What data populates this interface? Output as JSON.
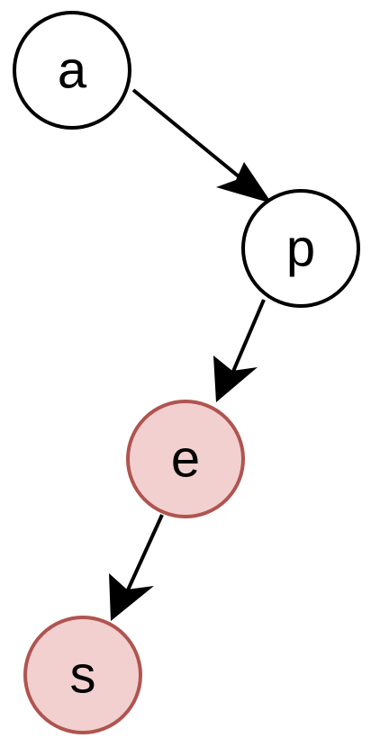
{
  "colors": {
    "default_fill": "#ffffff",
    "default_stroke": "#000000",
    "highlight_fill": "#f2d0cf",
    "highlight_stroke": "#b05450",
    "edge": "#000000"
  },
  "nodes": [
    {
      "id": "a",
      "label": "a",
      "highlighted": false
    },
    {
      "id": "p",
      "label": "p",
      "highlighted": false
    },
    {
      "id": "e",
      "label": "e",
      "highlighted": true
    },
    {
      "id": "s",
      "label": "s",
      "highlighted": true
    }
  ],
  "edges": [
    {
      "from": "a",
      "to": "p"
    },
    {
      "from": "p",
      "to": "e"
    },
    {
      "from": "e",
      "to": "s"
    }
  ]
}
